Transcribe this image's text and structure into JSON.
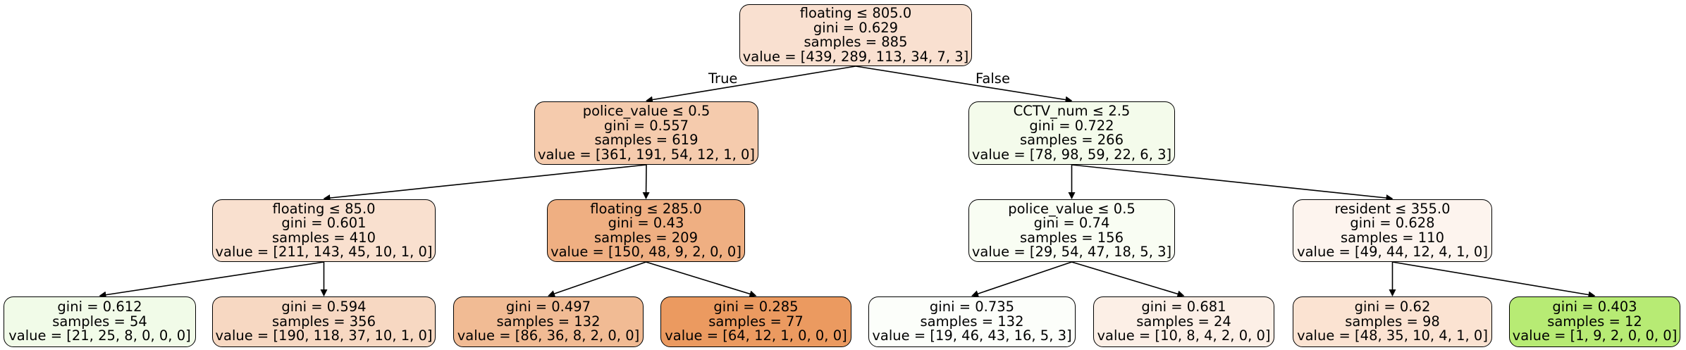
{
  "diagram": {
    "root_edge_labels": {
      "left": "True",
      "right": "False"
    },
    "nodes": [
      {
        "id": "n0",
        "fill": "#f9e0d0",
        "lines": [
          "floating ≤ 805.0",
          "gini = 0.629",
          "samples = 885",
          "value = [439, 289, 113, 34, 7, 3]"
        ]
      },
      {
        "id": "n1",
        "fill": "#f5cbad",
        "lines": [
          "police_value ≤ 0.5",
          "gini = 0.557",
          "samples = 619",
          "value = [361, 191, 54, 12, 1, 0]"
        ]
      },
      {
        "id": "n2",
        "fill": "#f9e0cf",
        "lines": [
          "floating ≤ 85.0",
          "gini = 0.601",
          "samples = 410",
          "value = [211, 143, 45, 10, 1, 0]"
        ]
      },
      {
        "id": "n3",
        "fill": "#f1fbe8",
        "lines": [
          "gini = 0.612",
          "samples = 54",
          "value = [21, 25, 8, 0, 0, 0]"
        ]
      },
      {
        "id": "n4",
        "fill": "#f7d8c2",
        "lines": [
          "gini = 0.594",
          "samples = 356",
          "value = [190, 118, 37, 10, 1, 0]"
        ]
      },
      {
        "id": "n5",
        "fill": "#efaf82",
        "lines": [
          "floating ≤ 285.0",
          "gini = 0.43",
          "samples = 209",
          "value = [150, 48, 9, 2, 0, 0]"
        ]
      },
      {
        "id": "n6",
        "fill": "#f1bb94",
        "lines": [
          "gini = 0.497",
          "samples = 132",
          "value = [86, 36, 8, 2, 0, 0]"
        ]
      },
      {
        "id": "n7",
        "fill": "#eb9a60",
        "lines": [
          "gini = 0.285",
          "samples = 77",
          "value = [64, 12, 1, 0, 0, 0]"
        ]
      },
      {
        "id": "n8",
        "fill": "#f4fbeb",
        "lines": [
          "CCTV_num ≤ 2.5",
          "gini = 0.722",
          "samples = 266",
          "value = [78, 98, 59, 22, 6, 3]"
        ]
      },
      {
        "id": "n9",
        "fill": "#f9fdf3",
        "lines": [
          "police_value ≤ 0.5",
          "gini = 0.74",
          "samples = 156",
          "value = [29, 54, 47, 18, 5, 3]"
        ]
      },
      {
        "id": "n10",
        "fill": "#fcfefa",
        "lines": [
          "gini = 0.735",
          "samples = 132",
          "value = [19, 46, 43, 16, 5, 3]"
        ]
      },
      {
        "id": "n11",
        "fill": "#fcefe6",
        "lines": [
          "gini = 0.681",
          "samples = 24",
          "value = [10, 8, 4, 2, 0, 0]"
        ]
      },
      {
        "id": "n12",
        "fill": "#fdf4ee",
        "lines": [
          "resident ≤ 355.0",
          "gini = 0.628",
          "samples = 110",
          "value = [49, 44, 12, 4, 1, 0]"
        ]
      },
      {
        "id": "n13",
        "fill": "#fbe3d2",
        "lines": [
          "gini = 0.62",
          "samples = 98",
          "value = [48, 35, 10, 4, 1, 0]"
        ]
      },
      {
        "id": "n14",
        "fill": "#b7eb74",
        "lines": [
          "gini = 0.403",
          "samples = 12",
          "value = [1, 9, 2, 0, 0, 0]"
        ]
      }
    ],
    "edges": [
      [
        "n0",
        "n1"
      ],
      [
        "n0",
        "n8"
      ],
      [
        "n1",
        "n2"
      ],
      [
        "n1",
        "n5"
      ],
      [
        "n2",
        "n3"
      ],
      [
        "n2",
        "n4"
      ],
      [
        "n5",
        "n6"
      ],
      [
        "n5",
        "n7"
      ],
      [
        "n8",
        "n9"
      ],
      [
        "n8",
        "n12"
      ],
      [
        "n9",
        "n10"
      ],
      [
        "n9",
        "n11"
      ],
      [
        "n12",
        "n13"
      ],
      [
        "n12",
        "n14"
      ]
    ]
  }
}
